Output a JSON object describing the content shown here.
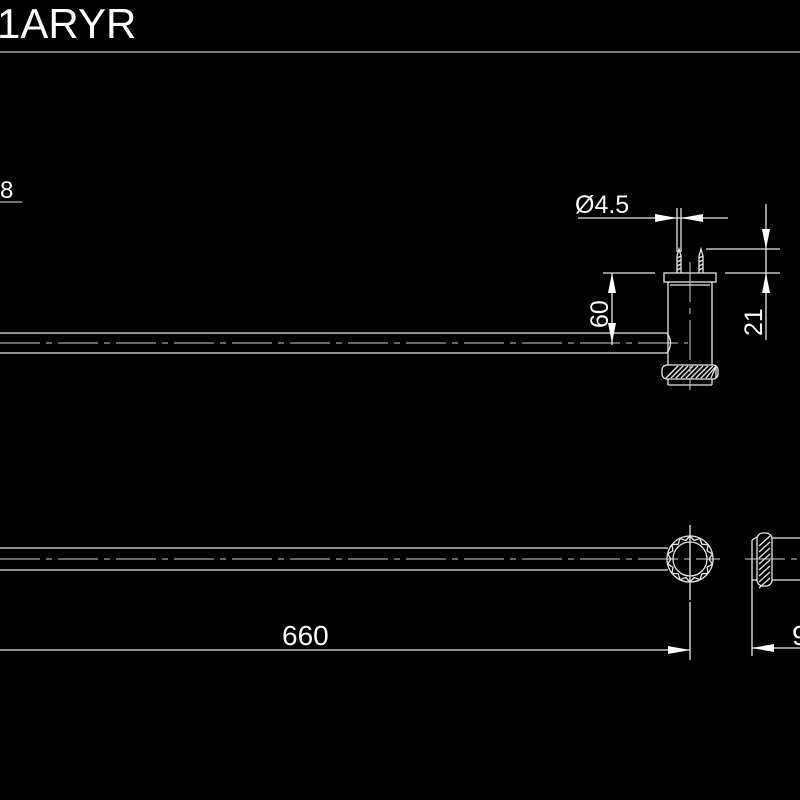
{
  "drawing": {
    "title": "1ARYR",
    "scale_label": "8",
    "dimensions": {
      "screw_diameter": "Ø4.5",
      "bracket_height": "60",
      "screw_length": "21",
      "rail_length": "660",
      "side_thickness": "9"
    },
    "colors": {
      "background": "#000000",
      "lines": "#ffffff"
    }
  }
}
